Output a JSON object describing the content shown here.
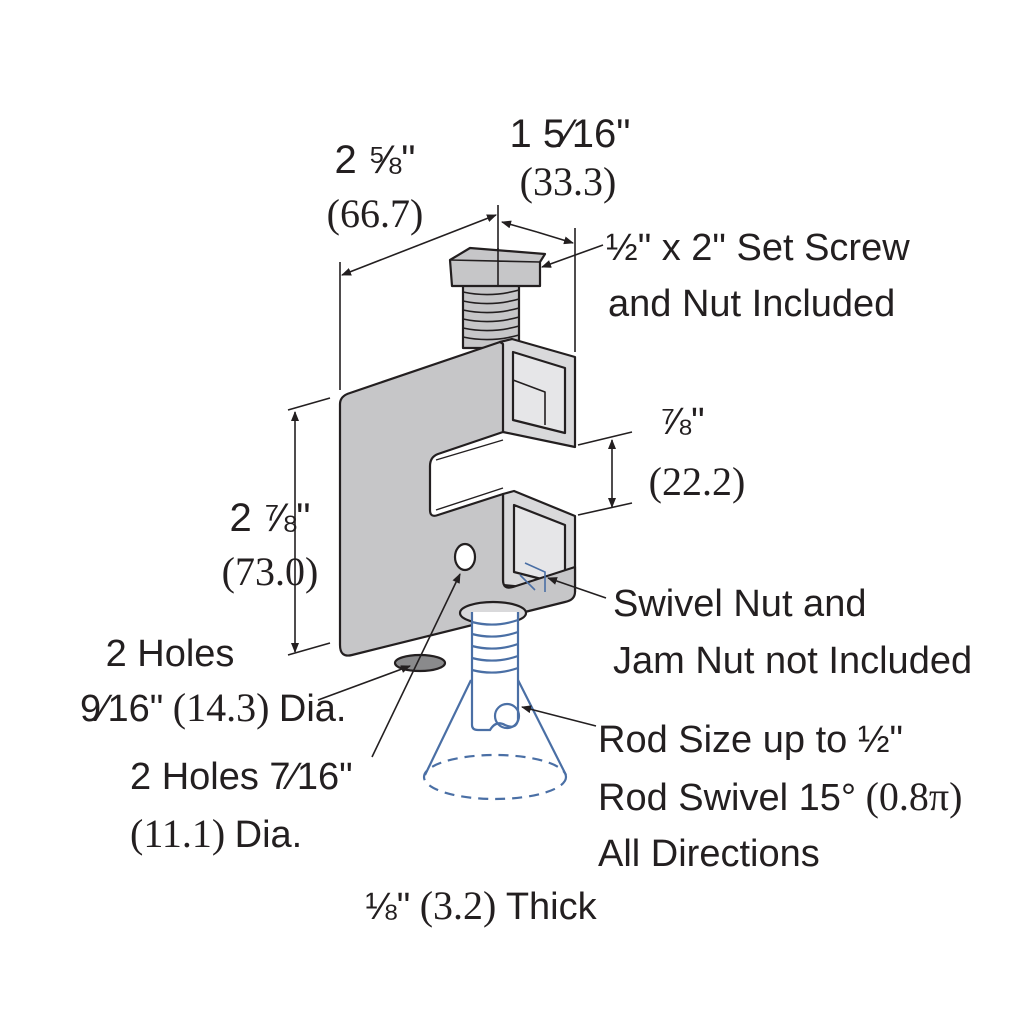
{
  "colors": {
    "metal": "#c6c6c8",
    "metal_side": "#d9d9db",
    "outline": "#231f20",
    "rod": "#4a6fa5",
    "text": "#231f20"
  },
  "dimensions": {
    "width": {
      "imperial": "2 ⅝\"",
      "metric": "(66.7)"
    },
    "depth": {
      "imperial": "1 5⁄16\"",
      "metric": "(33.3)"
    },
    "opening": {
      "imperial": "⅞\"",
      "metric": "(22.2)"
    },
    "height": {
      "imperial": "2 ⅞\"",
      "metric": "(73.0)"
    }
  },
  "callouts": {
    "set_screw": {
      "line1": "½\" x 2\" Set Screw",
      "line2": "and Nut Included"
    },
    "swivel_nut": {
      "line1": "Swivel Nut and",
      "line2": "Jam Nut not Included"
    },
    "holes_large": {
      "line1": "2 Holes",
      "size": "9⁄16\"",
      "metric": "(14.3)",
      "suffix": "Dia."
    },
    "holes_small": {
      "prefix": "2 Holes 7⁄16\"",
      "metric": "(11.1)",
      "suffix": "Dia."
    },
    "rod": {
      "line1": "Rod Size up to ½\"",
      "line2_prefix": "Rod Swivel 15°",
      "line2_metric": "(0.8π)",
      "line3": "All Directions"
    },
    "thickness": {
      "size": "⅛\"",
      "metric": "(3.2)",
      "suffix": "Thick"
    }
  }
}
